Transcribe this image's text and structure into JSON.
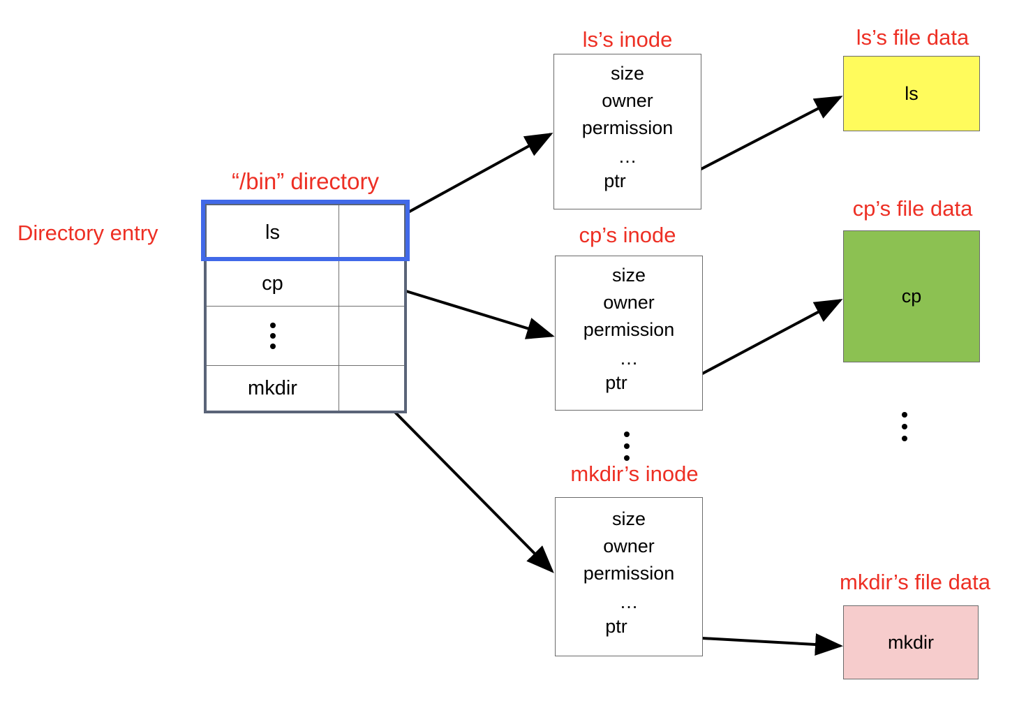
{
  "diagram": {
    "title_directory": "“/bin” directory",
    "label_directory_entry": "Directory entry",
    "colors": {
      "red": "#ED2F24",
      "highlight_blue": "#4169E8",
      "table_border": "#5A6478",
      "ls_data_fill": "#FFFB5C",
      "cp_data_fill": "#8CC152",
      "mkdir_data_fill": "#F6CCCC"
    }
  },
  "directory_table": {
    "rows": [
      {
        "name": "ls",
        "ptr": "",
        "highlighted": true
      },
      {
        "name": "cp",
        "ptr": "",
        "highlighted": false
      },
      {
        "name": "⋮",
        "ptr": "",
        "highlighted": false,
        "is_ellipsis": true
      },
      {
        "name": "mkdir",
        "ptr": "",
        "highlighted": false
      }
    ]
  },
  "inodes": [
    {
      "title": "ls’s inode",
      "fields": [
        "size",
        "owner",
        "permission",
        "…",
        "ptr"
      ]
    },
    {
      "title": "cp’s inode",
      "fields": [
        "size",
        "owner",
        "permission",
        "…",
        "ptr"
      ]
    },
    {
      "title": "mkdir’s inode",
      "fields": [
        "size",
        "owner",
        "permission",
        "…",
        "ptr"
      ]
    }
  ],
  "file_data": [
    {
      "title": "ls’s file data",
      "label": "ls",
      "fill": "#FFFB5C"
    },
    {
      "title": "cp’s file data",
      "label": "cp",
      "fill": "#8CC152"
    },
    {
      "title": "mkdir’s file data",
      "label": "mkdir",
      "fill": "#F6CCCC"
    }
  ],
  "ellipses": {
    "inode_column": "⋮",
    "data_column": "⋮"
  }
}
